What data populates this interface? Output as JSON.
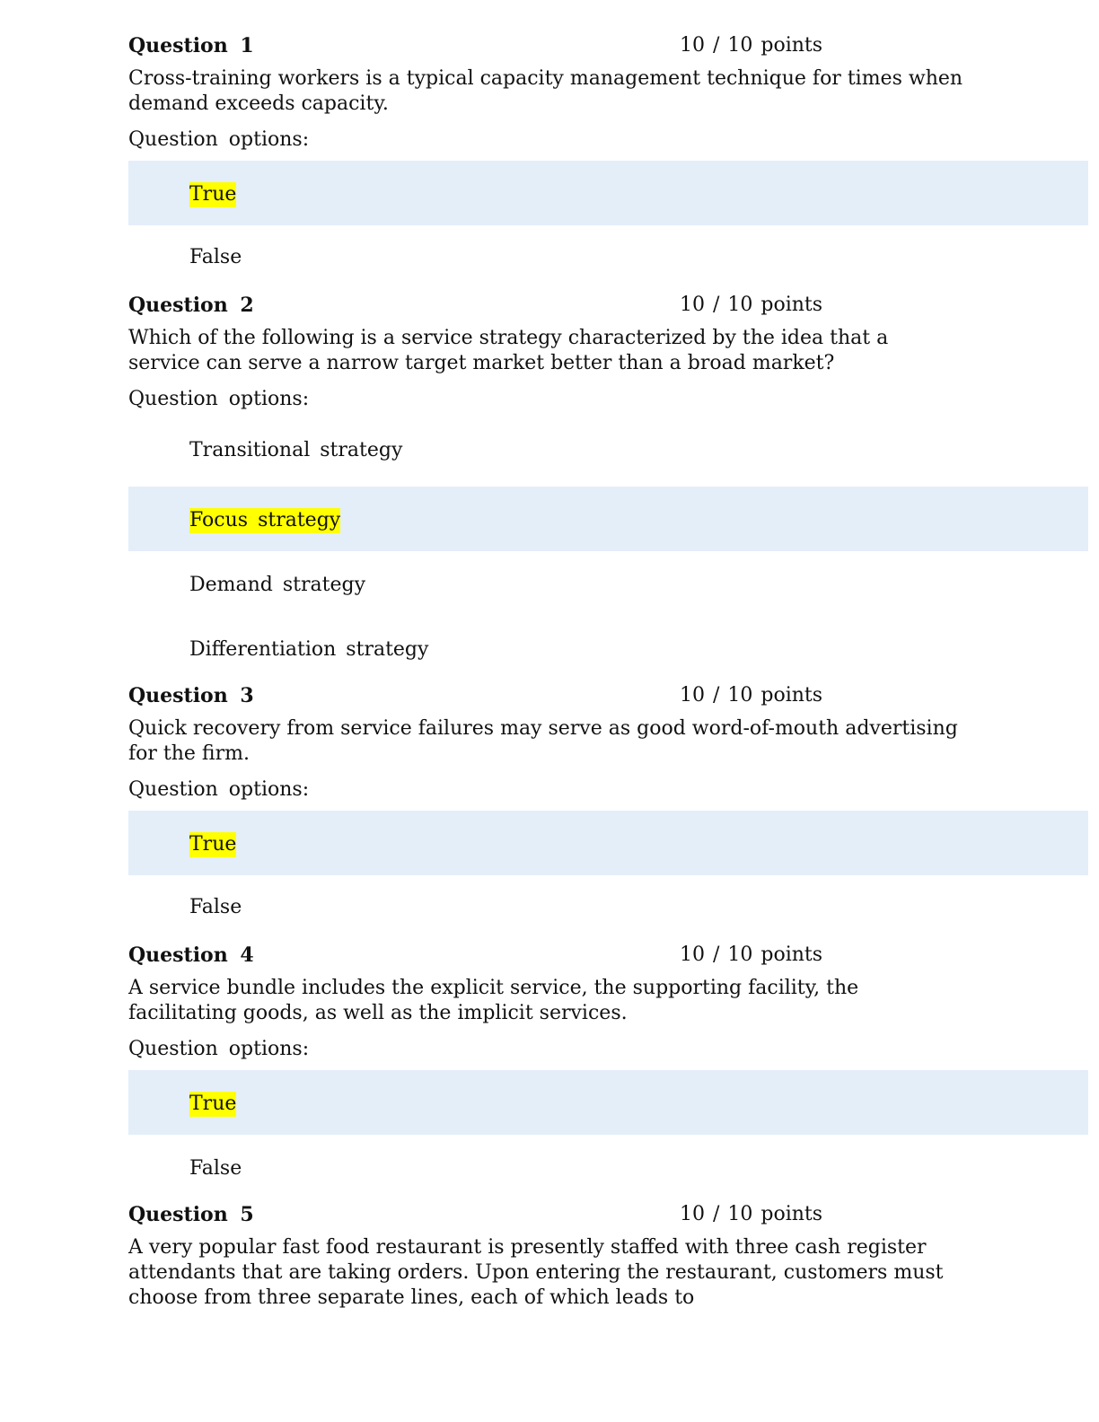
{
  "questions": [
    {
      "title": "Question 1",
      "points": "10 / 10 points",
      "text": "Cross-training workers is a typical capacity management technique for times when demand exceeds capacity.",
      "options_label": "Question options:",
      "options": [
        {
          "label": "True",
          "selected": true
        },
        {
          "label": "False",
          "selected": false
        }
      ]
    },
    {
      "title": "Question 2",
      "points": "10 / 10 points",
      "text": "Which of the following is a service strategy characterized by the idea that a service can serve a narrow target market better than a broad market?",
      "options_label": "Question options:",
      "options": [
        {
          "label": "Transitional strategy",
          "selected": false
        },
        {
          "label": "Focus strategy",
          "selected": true
        },
        {
          "label": "Demand strategy",
          "selected": false
        },
        {
          "label": "Differentiation strategy",
          "selected": false
        }
      ]
    },
    {
      "title": "Question 3",
      "points": "10 / 10 points",
      "text": "Quick recovery from service failures may serve as good word-of-mouth advertising for the firm.",
      "options_label": "Question options:",
      "options": [
        {
          "label": "True",
          "selected": true
        },
        {
          "label": "False",
          "selected": false
        }
      ]
    },
    {
      "title": "Question 4",
      "points": "10 / 10 points",
      "text": "A service bundle includes the explicit service, the supporting facility, the facilitating goods, as well as the implicit services.",
      "options_label": "Question options:",
      "options": [
        {
          "label": "True",
          "selected": true
        },
        {
          "label": "False",
          "selected": false
        }
      ]
    },
    {
      "title": "Question 5",
      "points": "10 / 10 points",
      "text": "A very popular fast food restaurant is presently staffed with three cash register attendants that are taking orders. Upon entering the restaurant, customers must choose from three separate lines, each of which leads to"
    }
  ],
  "colors": {
    "selected_row_bg": "#e4eef9",
    "highlight": "#ffff00"
  }
}
